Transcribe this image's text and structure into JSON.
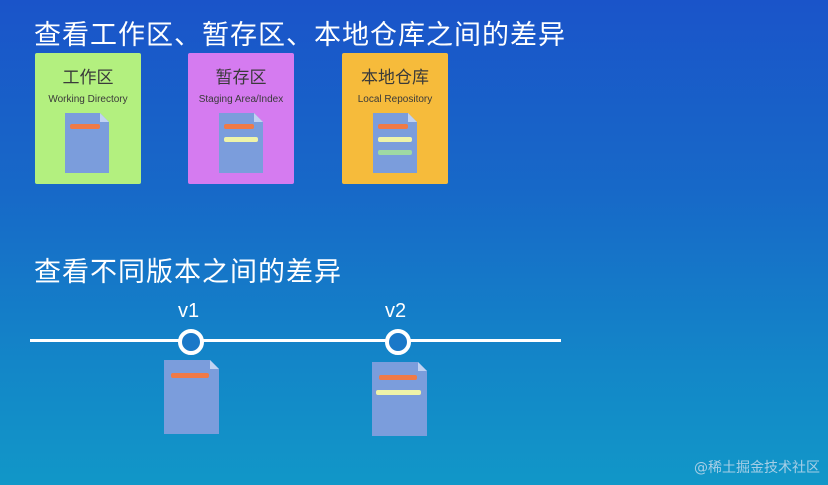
{
  "title1": "查看工作区、暂存区、本地仓库之间的差异",
  "boxes": [
    {
      "title": "工作区",
      "subtitle": "Working Directory",
      "color": "#b3f07f"
    },
    {
      "title": "暂存区",
      "subtitle": "Staging Area/Index",
      "color": "#d57bf0"
    },
    {
      "title": "本地仓库",
      "subtitle": "Local Repository",
      "color": "#f6bb3b"
    }
  ],
  "title2": "查看不同版本之间的差异",
  "versions": [
    {
      "label": "v1"
    },
    {
      "label": "v2"
    }
  ],
  "watermark": "@稀土掘金技术社区",
  "colors": {
    "doc": "#7b9ddc",
    "line_orange": "#f07a47",
    "line_yellow": "#eef3a9",
    "line_green": "#9ed9a3"
  }
}
